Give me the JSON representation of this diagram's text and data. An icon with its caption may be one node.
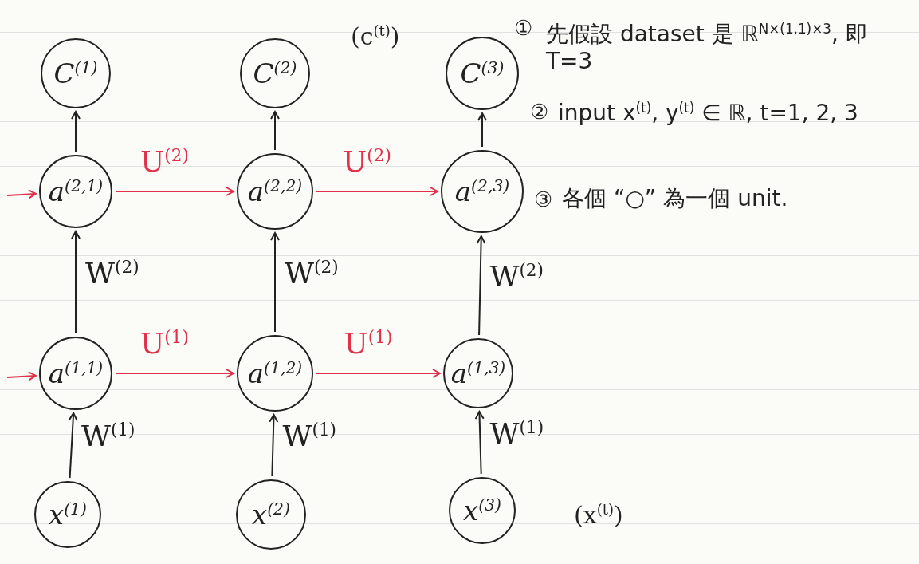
{
  "diagram": {
    "nodes": [
      {
        "text": [
          "C$^{(1)}$"
        ]
      },
      {
        "text": [
          "C$^{(2)}$"
        ]
      },
      {
        "text": [
          "C$^{(3)}$"
        ]
      },
      {
        "text": [
          "a$^{(2,1)}$"
        ]
      },
      {
        "text": [
          "a$^{(2,2)}$"
        ]
      },
      {
        "text": [
          "a$^{(2,3)}$"
        ]
      },
      {
        "text": [
          "a$^{(1,1)}$"
        ]
      },
      {
        "text": [
          "a$^{(1,2)}$"
        ]
      },
      {
        "text": [
          "a$^{(1,3)}$"
        ]
      },
      {
        "text": [
          "x$^{(1)}$"
        ]
      },
      {
        "text": [
          "x$^{(2)}$"
        ]
      },
      {
        "text": [
          "x$^{(3)}$"
        ]
      }
    ],
    "edges": [
      {
        "from": 3,
        "to": 0,
        "arrow": "to"
      },
      {
        "from": 4,
        "to": 1,
        "arrow": "to"
      },
      {
        "from": 5,
        "to": 2,
        "arrow": "to"
      },
      {
        "from": null,
        "to": 3,
        "arrow": "to",
        "color": "#e0304a"
      },
      {
        "from": 3,
        "to": 4,
        "arrow": "to",
        "label": "U$^{(2)}$",
        "color": "#e0304a"
      },
      {
        "from": 4,
        "to": 5,
        "arrow": "to",
        "label": "U$^{(2)}$",
        "color": "#e0304a"
      },
      {
        "from": 6,
        "to": 3,
        "arrow": "to",
        "label": "W$^{(2)}$"
      },
      {
        "from": 7,
        "to": 4,
        "arrow": "to",
        "label": "W$^{(2)}$"
      },
      {
        "from": 8,
        "to": 5,
        "arrow": "to",
        "label": "W$^{(2)}$"
      },
      {
        "from": null,
        "to": 6,
        "arrow": "to",
        "color": "#e0304a"
      },
      {
        "from": 6,
        "to": 7,
        "arrow": "to",
        "label": "U$^{(1)}$",
        "color": "#e0304a"
      },
      {
        "from": 7,
        "to": 8,
        "arrow": "to",
        "label": "U$^{(1)}$",
        "color": "#e0304a"
      },
      {
        "from": 9,
        "to": 6,
        "arrow": "to",
        "label": "W$^{(1)}$"
      },
      {
        "from": 10,
        "to": 7,
        "arrow": "to",
        "label": "W$^{(1)}$"
      },
      {
        "from": 11,
        "to": 8,
        "arrow": "to",
        "label": "W$^{(1)}$"
      }
    ],
    "labels": [
      "(c$^{(t)}$)",
      "①",
      "先假設 dataset 是 ℝ$^{N×(1,1)×3}$, 即 T=3",
      "②",
      "input x$^{(t)}$, y$^{(t)}$ ∈ ℝ, t=1, 2, 3",
      "③",
      "各個 “○” 為一個 unit.",
      "(x$^{(t)}$)"
    ]
  }
}
